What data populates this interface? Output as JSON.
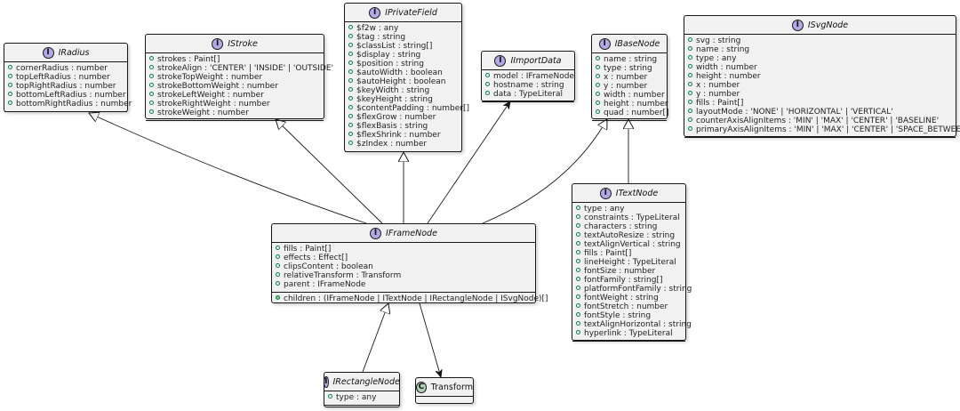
{
  "classes": {
    "iradius": {
      "name": "IRadius",
      "kind": "I",
      "fields": [
        "cornerRadius : number",
        "topLeftRadius : number",
        "topRightRadius : number",
        "bottomLeftRadius : number",
        "bottomRightRadius : number"
      ]
    },
    "istroke": {
      "name": "IStroke",
      "kind": "I",
      "fields": [
        "strokes : Paint[]",
        "strokeAlign : 'CENTER' | 'INSIDE' | 'OUTSIDE'",
        "strokeTopWeight : number",
        "strokeBottomWeight : number",
        "strokeLeftWeight : number",
        "strokeRightWeight : number",
        "strokeWeight : number"
      ]
    },
    "iprivatefield": {
      "name": "IPrivateField",
      "kind": "I",
      "fields": [
        "$f2w : any",
        "$tag : string",
        "$classList : string[]",
        "$display : string",
        "$position : string",
        "$autoWidth : boolean",
        "$autoHeight : boolean",
        "$keyWidth : string",
        "$keyHeight : string",
        "$contentPadding : number[]",
        "$flexGrow : number",
        "$flexBasis : string",
        "$flexShrink : number",
        "$zIndex : number"
      ]
    },
    "iimportdata": {
      "name": "IImportData",
      "kind": "I",
      "fields": [
        "model : IFrameNode",
        "hostname : string",
        "data : TypeLiteral"
      ]
    },
    "ibasenode": {
      "name": "IBaseNode",
      "kind": "I",
      "fields": [
        "name : string",
        "type : string",
        "x : number",
        "y : number",
        "width : number",
        "height : number",
        "quad : number[]"
      ]
    },
    "isvgnode": {
      "name": "ISvgNode",
      "kind": "I",
      "fields": [
        "svg : string",
        "name : string",
        "type : any",
        "width : number",
        "height : number",
        "x : number",
        "y : number",
        "fills : Paint[]",
        "layoutMode : 'NONE' | 'HORIZONTAL' | 'VERTICAL'",
        "counterAxisAlignItems : 'MIN' | 'MAX' | 'CENTER' | 'BASELINE'",
        "primaryAxisAlignItems : 'MIN' | 'MAX' | 'CENTER' | 'SPACE_BETWEEN'"
      ]
    },
    "iframenode": {
      "name": "IFrameNode",
      "kind": "I",
      "fields": [
        "fills : Paint[]",
        "effects : Effect[]",
        "clipsContent : boolean",
        "relativeTransform : Transform",
        "parent : IFrameNode"
      ],
      "methods": [
        "children : (IFrameNode | ITextNode | IRectangleNode | ISvgNode)[]"
      ]
    },
    "itextnode": {
      "name": "ITextNode",
      "kind": "I",
      "fields": [
        "type : any",
        "constraints : TypeLiteral",
        "characters : string",
        "textAutoResize : string",
        "textAlignVertical : string",
        "fills : Paint[]",
        "lineHeight : TypeLiteral",
        "fontSize : number",
        "fontFamily : string[]",
        "platformFontFamily : string",
        "fontWeight : string",
        "fontStretch : number",
        "fontStyle : string",
        "textAlignHorizontal : string",
        "hyperlink : TypeLiteral"
      ]
    },
    "irectanglenode": {
      "name": "IRectangleNode",
      "kind": "I",
      "fields": [
        "type : any"
      ]
    },
    "transform": {
      "name": "Transform",
      "kind": "C",
      "fields": []
    }
  },
  "relations": [
    {
      "from": "iframenode",
      "to": "iradius",
      "type": "extends"
    },
    {
      "from": "iframenode",
      "to": "istroke",
      "type": "extends"
    },
    {
      "from": "iframenode",
      "to": "iprivatefield",
      "type": "extends"
    },
    {
      "from": "iframenode",
      "to": "iimportdata",
      "type": "association"
    },
    {
      "from": "iframenode",
      "to": "ibasenode",
      "type": "extends"
    },
    {
      "from": "itextnode",
      "to": "ibasenode",
      "type": "extends"
    },
    {
      "from": "irectanglenode",
      "to": "iframenode",
      "type": "extends"
    },
    {
      "from": "iframenode",
      "to": "transform",
      "type": "association"
    }
  ]
}
